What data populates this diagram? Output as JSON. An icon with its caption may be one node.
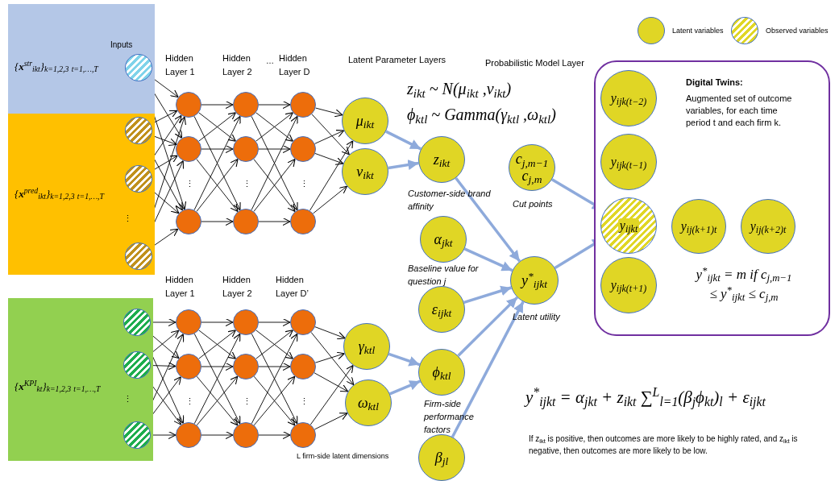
{
  "diagram": {
    "nodes": [
      {
        "text": [
          "{**x**$^{str}$$_{ikt}$}$_{k=1,2,3}$ $_{t=1,…,T}$"
        ]
      },
      {
        "text": [],
        "shape": "circle",
        "in": 0
      },
      {
        "text": [
          "{**x**$^{pred}$$_{ikt}$}$_{k=1,2,3}$ $_{t=1,…,T}$"
        ]
      },
      {
        "text": [],
        "shape": "circle",
        "in": 2
      },
      {
        "text": [],
        "shape": "circle",
        "in": 2
      },
      {
        "text": [],
        "shape": "circle",
        "in": 2
      },
      {
        "text": [],
        "shape": "circle"
      },
      {
        "text": [],
        "shape": "circle"
      },
      {
        "text": [],
        "shape": "circle"
      },
      {
        "text": [],
        "shape": "circle"
      },
      {
        "text": [],
        "shape": "circle"
      },
      {
        "text": [],
        "shape": "circle"
      },
      {
        "text": [],
        "shape": "circle"
      },
      {
        "text": [],
        "shape": "circle"
      },
      {
        "text": [],
        "shape": "circle"
      },
      {
        "text": [
          "μ$_{ikt}$"
        ]
      },
      {
        "text": [
          "ν$_{ikt}$"
        ]
      },
      {
        "text": [
          "{**x**$^{KPI}$$_{kt}$}$_{k=1,2,3}$ $_{t=1,…,T}$"
        ]
      },
      {
        "text": [],
        "shape": "circle",
        "in": 17
      },
      {
        "text": [],
        "shape": "circle",
        "in": 17
      },
      {
        "text": [],
        "shape": "circle",
        "in": 17
      },
      {
        "text": [],
        "shape": "circle"
      },
      {
        "text": [],
        "shape": "circle"
      },
      {
        "text": [],
        "shape": "circle"
      },
      {
        "text": [],
        "shape": "circle"
      },
      {
        "text": [],
        "shape": "circle"
      },
      {
        "text": [],
        "shape": "circle"
      },
      {
        "text": [],
        "shape": "circle"
      },
      {
        "text": [],
        "shape": "circle"
      },
      {
        "text": [],
        "shape": "circle"
      },
      {
        "text": [
          "γ$_{ktl}$"
        ]
      },
      {
        "text": [
          "ω$_{ktl}$"
        ]
      },
      {
        "text": [
          "z$_{ikt}$"
        ],
        "beside": [
          "Customer-side brand affinity"
        ]
      },
      {
        "text": [
          "α$_{jkt}$"
        ],
        "beside": [
          "Baseline value for question j"
        ]
      },
      {
        "text": [
          "ε$_{ijkt}$"
        ]
      },
      {
        "text": [
          "ϕ$_{ktl}$"
        ],
        "beside": [
          "Firm-side performance factors"
        ]
      },
      {
        "text": [
          "β$_{jl}$"
        ]
      },
      {
        "text": [
          "c$_{j,m−1}$",
          "c$_{j,m}$"
        ],
        "beside": [
          "Cut points"
        ]
      },
      {
        "text": [
          "y$^{*}$$_{ijkt}$"
        ],
        "beside": [
          "Latent utility"
        ]
      },
      {
        "text": [
          "Digital Twins:",
          "Augmented set of outcome variables, for each time period t and each firm k.",
          "y$^{*}$$_{ijkt}$ = m if c$_{j,m−1}$ ≤ y$^{*}$$_{ijkt}$ ≤ c$_{j,m}$"
        ]
      },
      {
        "text": [
          "y$_{ijk(t−2)}$"
        ],
        "in": 39
      },
      {
        "text": [
          "y$_{ijk(t−1)}$"
        ],
        "in": 39
      },
      {
        "text": [
          "y$_{ijkt}$"
        ],
        "in": 39
      },
      {
        "text": [
          "y$_{ij(k+1)t}$"
        ],
        "in": 39
      },
      {
        "text": [
          "y$_{ij(k+2)t}$"
        ],
        "in": 39
      },
      {
        "text": [
          "y$_{ijk(t+1)}$"
        ],
        "in": 39
      }
    ],
    "edges": [
      {
        "from": 1,
        "to": 6,
        "arrow": "to"
      },
      {
        "from": 1,
        "to": 7,
        "arrow": "to"
      },
      {
        "from": 1,
        "to": 8,
        "arrow": "to"
      },
      {
        "from": 3,
        "to": 6,
        "arrow": "to"
      },
      {
        "from": 3,
        "to": 7,
        "arrow": "to"
      },
      {
        "from": 3,
        "to": 8,
        "arrow": "to"
      },
      {
        "from": 4,
        "to": 6,
        "arrow": "to"
      },
      {
        "from": 4,
        "to": 7,
        "arrow": "to"
      },
      {
        "from": 4,
        "to": 8,
        "arrow": "to"
      },
      {
        "from": 5,
        "to": 6,
        "arrow": "to"
      },
      {
        "from": 5,
        "to": 7,
        "arrow": "to"
      },
      {
        "from": 5,
        "to": 8,
        "arrow": "to"
      },
      {
        "from": 6,
        "to": 9,
        "arrow": "to"
      },
      {
        "from": 6,
        "to": 10,
        "arrow": "to"
      },
      {
        "from": 6,
        "to": 11,
        "arrow": "to"
      },
      {
        "from": 7,
        "to": 9,
        "arrow": "to"
      },
      {
        "from": 7,
        "to": 10,
        "arrow": "to"
      },
      {
        "from": 7,
        "to": 11,
        "arrow": "to"
      },
      {
        "from": 8,
        "to": 9,
        "arrow": "to"
      },
      {
        "from": 8,
        "to": 10,
        "arrow": "to"
      },
      {
        "from": 8,
        "to": 11,
        "arrow": "to"
      },
      {
        "from": 9,
        "to": 12,
        "arrow": "to"
      },
      {
        "from": 9,
        "to": 13,
        "arrow": "to"
      },
      {
        "from": 9,
        "to": 14,
        "arrow": "to"
      },
      {
        "from": 10,
        "to": 12,
        "arrow": "to"
      },
      {
        "from": 10,
        "to": 13,
        "arrow": "to"
      },
      {
        "from": 10,
        "to": 14,
        "arrow": "to"
      },
      {
        "from": 11,
        "to": 12,
        "arrow": "to"
      },
      {
        "from": 11,
        "to": 13,
        "arrow": "to"
      },
      {
        "from": 11,
        "to": 14,
        "arrow": "to"
      },
      {
        "from": 12,
        "to": 15,
        "arrow": "to"
      },
      {
        "from": 12,
        "to": 16,
        "arrow": "to"
      },
      {
        "from": 13,
        "to": 15,
        "arrow": "to"
      },
      {
        "from": 13,
        "to": 16,
        "arrow": "to"
      },
      {
        "from": 14,
        "to": 15,
        "arrow": "to"
      },
      {
        "from": 14,
        "to": 16,
        "arrow": "to"
      },
      {
        "from": 18,
        "to": 21,
        "arrow": "to"
      },
      {
        "from": 18,
        "to": 22,
        "arrow": "to"
      },
      {
        "from": 18,
        "to": 23,
        "arrow": "to"
      },
      {
        "from": 19,
        "to": 21,
        "arrow": "to"
      },
      {
        "from": 19,
        "to": 22,
        "arrow": "to"
      },
      {
        "from": 19,
        "to": 23,
        "arrow": "to"
      },
      {
        "from": 20,
        "to": 21,
        "arrow": "to"
      },
      {
        "from": 20,
        "to": 22,
        "arrow": "to"
      },
      {
        "from": 20,
        "to": 23,
        "arrow": "to"
      },
      {
        "from": 21,
        "to": 24,
        "arrow": "to"
      },
      {
        "from": 21,
        "to": 25,
        "arrow": "to"
      },
      {
        "from": 21,
        "to": 26,
        "arrow": "to"
      },
      {
        "from": 22,
        "to": 24,
        "arrow": "to"
      },
      {
        "from": 22,
        "to": 25,
        "arrow": "to"
      },
      {
        "from": 22,
        "to": 26,
        "arrow": "to"
      },
      {
        "from": 23,
        "to": 24,
        "arrow": "to"
      },
      {
        "from": 23,
        "to": 25,
        "arrow": "to"
      },
      {
        "from": 23,
        "to": 26,
        "arrow": "to"
      },
      {
        "from": 24,
        "to": 27,
        "arrow": "to"
      },
      {
        "from": 24,
        "to": 28,
        "arrow": "to"
      },
      {
        "from": 24,
        "to": 29,
        "arrow": "to"
      },
      {
        "from": 25,
        "to": 27,
        "arrow": "to"
      },
      {
        "from": 25,
        "to": 28,
        "arrow": "to"
      },
      {
        "from": 25,
        "to": 29,
        "arrow": "to"
      },
      {
        "from": 26,
        "to": 27,
        "arrow": "to"
      },
      {
        "from": 26,
        "to": 28,
        "arrow": "to"
      },
      {
        "from": 26,
        "to": 29,
        "arrow": "to"
      },
      {
        "from": 27,
        "to": 30,
        "arrow": "to"
      },
      {
        "from": 27,
        "to": 31,
        "arrow": "to"
      },
      {
        "from": 28,
        "to": 30,
        "arrow": "to"
      },
      {
        "from": 28,
        "to": 31,
        "arrow": "to"
      },
      {
        "from": 29,
        "to": 30,
        "arrow": "to"
      },
      {
        "from": 29,
        "to": 31,
        "arrow": "to"
      },
      {
        "from": 15,
        "to": 32,
        "arrow": "to",
        "style": "thick",
        "color": "#8eaadb"
      },
      {
        "from": 16,
        "to": 32,
        "arrow": "to",
        "style": "thick",
        "color": "#8eaadb"
      },
      {
        "from": 30,
        "to": 35,
        "arrow": "to",
        "style": "thick",
        "color": "#8eaadb"
      },
      {
        "from": 31,
        "to": 35,
        "arrow": "to",
        "style": "thick",
        "color": "#8eaadb"
      },
      {
        "from": 32,
        "to": 38,
        "arrow": "to",
        "style": "thick",
        "color": "#8eaadb"
      },
      {
        "from": 33,
        "to": 38,
        "arrow": "to",
        "style": "thick",
        "color": "#8eaadb"
      },
      {
        "from": 34,
        "to": 38,
        "arrow": "to",
        "style": "thick",
        "color": "#8eaadb"
      },
      {
        "from": 35,
        "to": 38,
        "arrow": "to",
        "style": "thick",
        "color": "#8eaadb"
      },
      {
        "from": 36,
        "to": 38,
        "arrow": "to",
        "style": "thick",
        "color": "#8eaadb"
      },
      {
        "from": 37,
        "to": 42,
        "arrow": "to",
        "style": "thick",
        "color": "#8eaadb"
      },
      {
        "from": 38,
        "to": 42,
        "arrow": "to",
        "style": "thick",
        "color": "#8eaadb"
      }
    ],
    "labels": [
      "Inputs",
      "Hidden Layer 1",
      "Hidden Layer 2",
      "…",
      "Hidden Layer D",
      "Latent Parameter Layers",
      "Probabilistic Model Layer",
      "z$_{ikt}$ ~ N(μ$_{ikt}$ ,ν$_{ikt}$)",
      "ϕ$_{ktl}$ ~ Gamma(γ$_{ktl}$ ,ω$_{ktl}$)",
      "⋮",
      "⋮",
      "⋮",
      "⋮",
      "Hidden Layer 1",
      "Hidden Layer 2",
      "Hidden Layer D’",
      "y$^{*}$$_{ijkt}$ = α$_{jkt}$ + z$_{ikt}$ ∑$^{L}$$_{l=1}$(β$_{j}$ϕ$_{kt}$)$_{l}$ + ε$_{ijkt}$",
      "⋮",
      "⋮",
      "⋮",
      "⋮",
      "If z$_{ikt}$ is positive, then outcomes are more likely to be highly rated, and z$_{ikt}$ is negative, then outcomes are more likely to be low.",
      "L firm-side latent dimensions"
    ],
    "legend": [
      {
        "text": "Latent variables",
        "color": "#e0d625"
      },
      {
        "text": "Observed variables"
      }
    ]
  }
}
